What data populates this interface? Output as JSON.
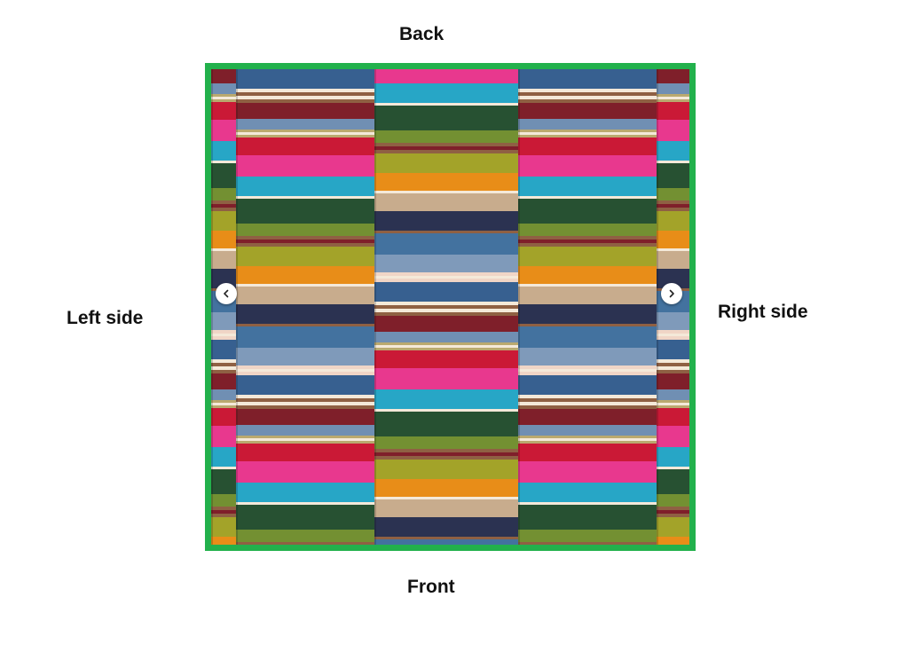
{
  "labels": {
    "back": "Back",
    "front": "Front",
    "left": "Left side",
    "right": "Right side"
  },
  "frame": {
    "border_color": "#22b14c"
  },
  "navigation": {
    "prev_icon": "chevron-left-icon",
    "next_icon": "chevron-right-icon"
  },
  "fabric": {
    "stripe_colors": [
      "#2f5a8c",
      "#f4e9d8",
      "#8b5a3c",
      "#7a1622",
      "#6b8bb0",
      "#b8a66a",
      "#c8102e",
      "#e8308a",
      "#1fa3c4",
      "#1f4a2a",
      "#6e8c2a",
      "#a0a021",
      "#e8890f",
      "#c6a989",
      "#232a4a",
      "#3c6d9c",
      "#7a96b8",
      "#f0d4c4"
    ]
  }
}
